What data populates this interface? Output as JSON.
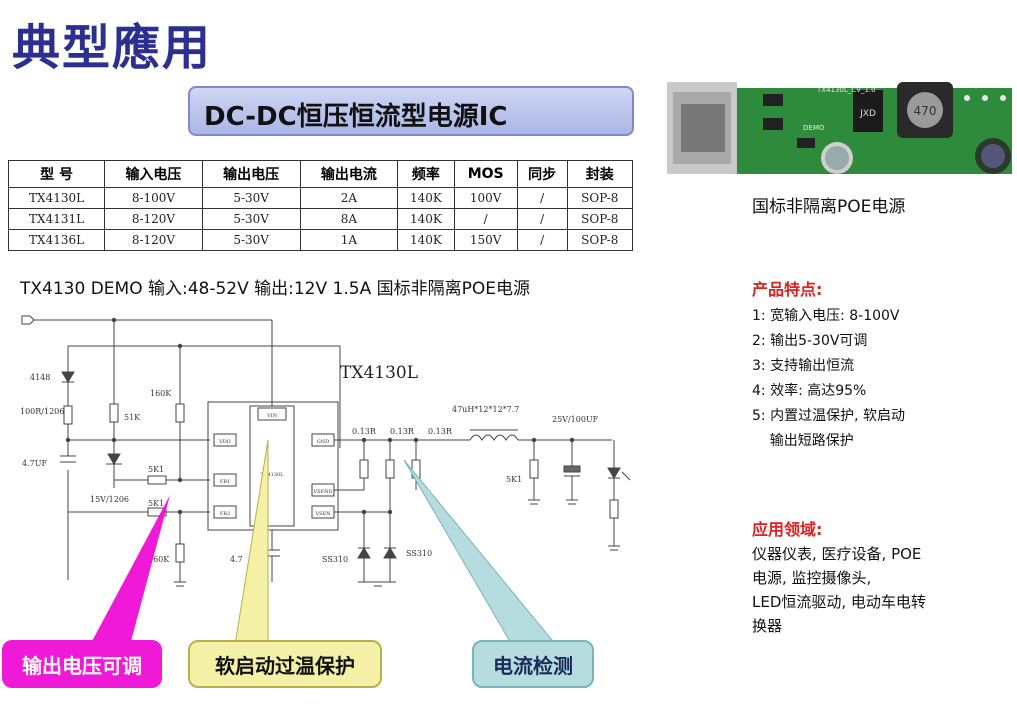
{
  "title": "典型應用",
  "subtitle": "DC-DC恒压恒流型电源IC",
  "table": {
    "headers": [
      "型 号",
      "输入电压",
      "输出电压",
      "输出电流",
      "频率",
      "MOS",
      "同步",
      "封装"
    ],
    "rows": [
      [
        "TX4130L",
        "8-100V",
        "5-30V",
        "2A",
        "140K",
        "100V",
        "/",
        "SOP-8"
      ],
      [
        "TX4131L",
        "8-120V",
        "5-30V",
        "8A",
        "140K",
        "/",
        "/",
        "SOP-8"
      ],
      [
        "TX4136L",
        "8-120V",
        "5-30V",
        "1A",
        "140K",
        "150V",
        "/",
        "SOP-8"
      ]
    ]
  },
  "demo_caption": "TX4130 DEMO 输入:48-52V  输出:12V 1.5A  国标非隔离POE电源",
  "photo": {
    "board_label": "TX4130L_CV_1.0",
    "inductor_label": "470",
    "chip_label": "JXD",
    "demo_label": "DEMO"
  },
  "photo_caption": "国标非隔离POE电源",
  "features": {
    "title": "产品特点:",
    "items": [
      "1: 宽输入电压: 8-100V",
      "2: 输出5-30V可调",
      "3:  支持输出恒流",
      "4: 效率: 高达95%",
      "5: 内置过温保护, 软启动",
      "    输出短路保护"
    ]
  },
  "applications": {
    "title": "应用领域:",
    "lines": [
      "仪器仪表, 医疗设备, POE",
      "电源, 监控摄像头,",
      "LED恒流驱动, 电动车电转",
      "换器"
    ]
  },
  "schematic": {
    "chip_name": "TX4130L",
    "chip_label_small": "TX4130L",
    "pins": [
      "VIN",
      "VDD",
      "GND",
      "FB1",
      "VSEND",
      "FB2",
      "VSEN"
    ],
    "components": {
      "d1": "4148",
      "r1": "100R/1206",
      "c1": "4.7UF",
      "r2": "51K",
      "r3": "160K",
      "zener": "15V/1206",
      "r4": "5K1",
      "r5": "5K1",
      "r6": "160K",
      "c2": "4.7",
      "rs1": "0.13R",
      "rs2": "0.13R",
      "rs3": "0.13R",
      "inductor": "47uH*12*12*7.7",
      "cout": "25V/100UF",
      "r7": "5K1",
      "diode1": "SS310",
      "diode2": "SS310"
    }
  },
  "callouts": {
    "vout": "输出电压可调",
    "soft": "软启动过温保护",
    "current": "电流检测"
  },
  "colors": {
    "title": "#2b2f8f",
    "feature_title": "#e02020",
    "callout_vout": "#f019d8",
    "callout_soft": "#f4f0a6",
    "callout_current": "#b5dde0"
  }
}
